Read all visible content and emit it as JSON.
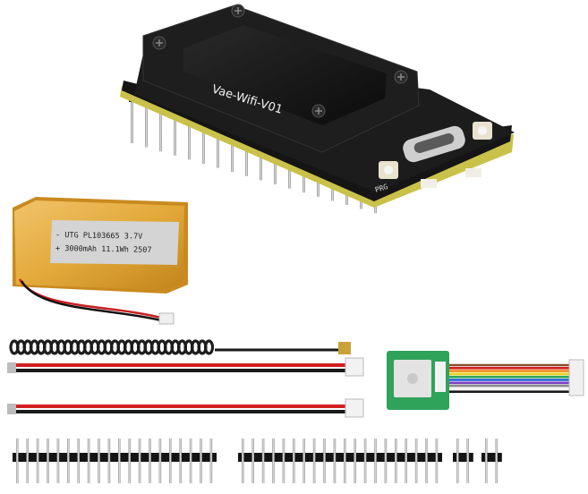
{
  "product": {
    "board_label": "Vae-Wifi-V01",
    "silkscreen_boot": "PRG",
    "port": "USB-C",
    "battery": {
      "line1": "- UTG  PL103665  3.7V",
      "line2": "+ 3000mAh 11.1Wh 2507"
    }
  },
  "colors": {
    "pcb": "#1b1b1b",
    "pcb_edge": "#c9c14a",
    "screen": "#111111",
    "battery": "#e3a93a",
    "battery_label": "#d4d4d4",
    "wire_red": "#d21f1f",
    "wire_black": "#1a1a1a",
    "module_green": "#2fa35a",
    "header_pin": "#b9b9b9"
  },
  "icons": [
    "board-icon",
    "battery-icon",
    "antenna-icon",
    "cable-icon",
    "header-icon"
  ]
}
